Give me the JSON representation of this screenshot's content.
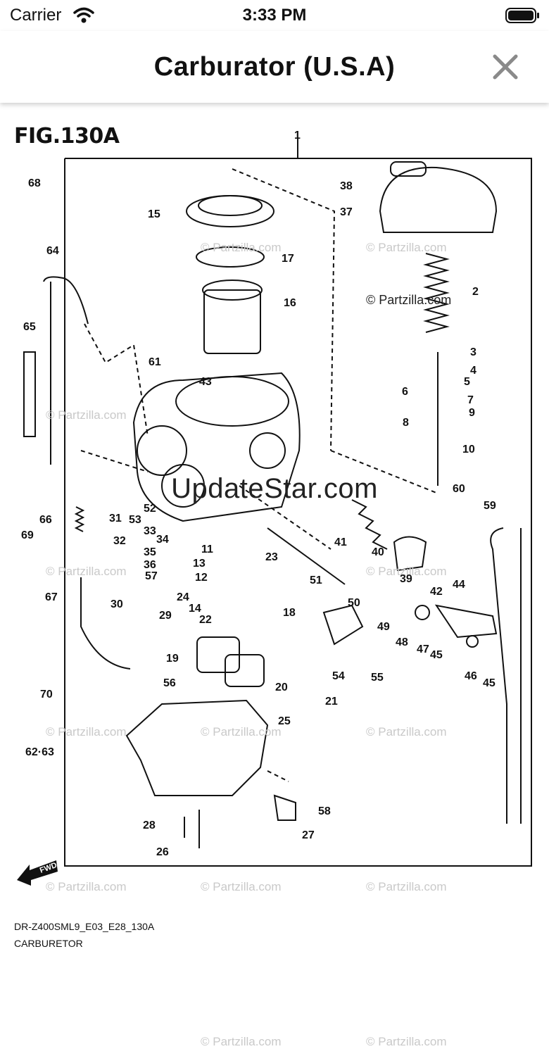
{
  "status_bar": {
    "carrier": "Carrier",
    "time": "3:33 PM",
    "icons": [
      "wifi-icon",
      "battery-icon"
    ]
  },
  "navbar": {
    "title": "Carburator (U.S.A)",
    "close_icon": "close-icon"
  },
  "diagram": {
    "figure_title": "FIG.130A",
    "overlay_watermark": "UpdateStar.com",
    "copyright_label": "© Partzilla.com",
    "background_watermark": "© Partzilla.com",
    "fwd_label": "FWD",
    "model_code": "DR-Z400SML9_E03_E28_130A",
    "diagram_name": "CARBURETOR",
    "callouts": [
      "1",
      "2",
      "3",
      "4",
      "5",
      "6",
      "7",
      "8",
      "9",
      "10",
      "11",
      "12",
      "13",
      "14",
      "15",
      "16",
      "17",
      "18",
      "19",
      "20",
      "21",
      "22",
      "23",
      "24",
      "25",
      "26",
      "27",
      "28",
      "29",
      "30",
      "31",
      "32",
      "33",
      "34",
      "35",
      "36",
      "37",
      "38",
      "39",
      "40",
      "41",
      "42",
      "43",
      "44",
      "45",
      "45",
      "46",
      "47",
      "48",
      "49",
      "50",
      "51",
      "52",
      "53",
      "54",
      "55",
      "56",
      "57",
      "58",
      "59",
      "60",
      "61",
      "62·63",
      "64",
      "65",
      "66",
      "67",
      "68",
      "69",
      "70"
    ]
  }
}
